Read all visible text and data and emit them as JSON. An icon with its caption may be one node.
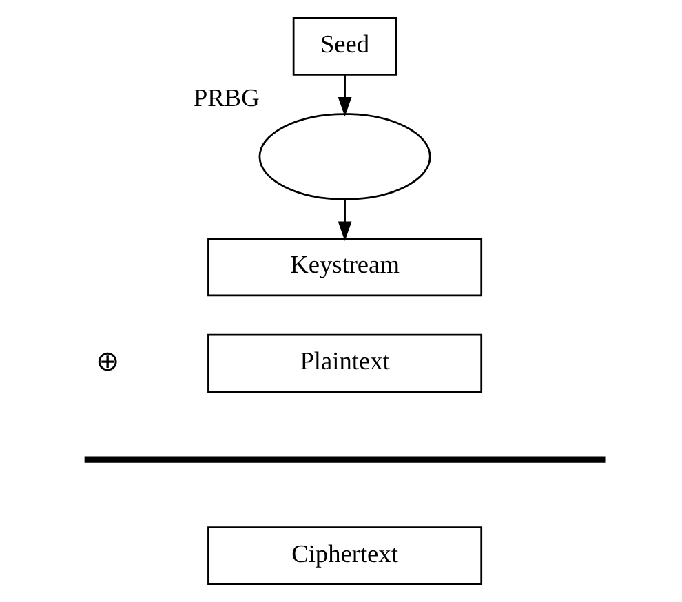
{
  "diagram": {
    "nodes": [
      {
        "text": [
          "Seed"
        ]
      },
      {
        "text": [],
        "shape": "ellipse",
        "beside": [
          "PRBG"
        ]
      },
      {
        "text": [
          "Keystream"
        ]
      },
      {
        "text": [
          "Plaintext"
        ]
      },
      {
        "text": [
          "Ciphertext"
        ]
      }
    ],
    "edges": [
      {
        "from": 0,
        "to": 1,
        "arrow": "to"
      },
      {
        "from": 1,
        "to": 2,
        "arrow": "to"
      }
    ],
    "labels": [
      "⊕"
    ]
  }
}
